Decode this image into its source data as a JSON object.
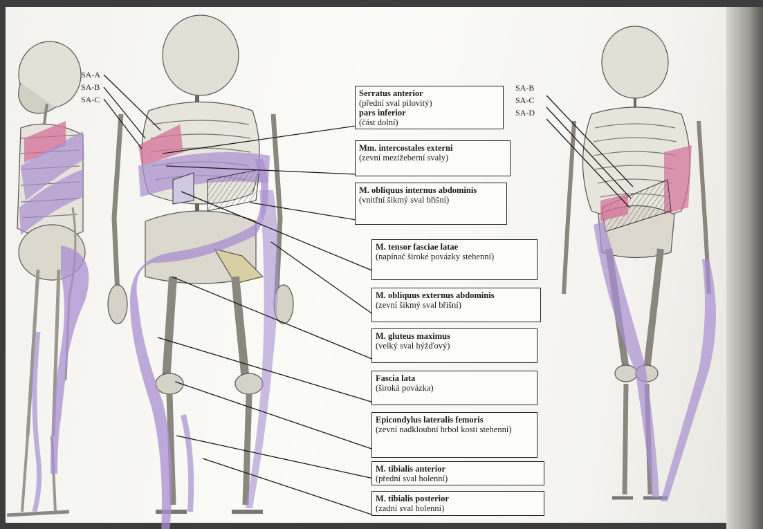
{
  "left_tags": [
    "SA-A",
    "SA-B",
    "SA-C"
  ],
  "right_tags": [
    "SA-B",
    "SA-C",
    "SA-D"
  ],
  "labels": [
    {
      "title": "Serratus anterior",
      "sub": "(přední sval pilovitý)",
      "title2": "pars inferior",
      "sub2": "(část dolní)"
    },
    {
      "title": "Mm. intercostales externi",
      "sub": "(zevní mezižeberní svaly)"
    },
    {
      "title": "M. obliquus internus abdominis",
      "sub": "(vnitřní šikmý sval břišní)"
    },
    {
      "title": "M. tensor fasciae latae",
      "sub": "(napínač široké povázky stehenní)"
    },
    {
      "title": "M. obliquus externus abdominis",
      "sub": "(zevní šikmý sval břišní)"
    },
    {
      "title": "M. gluteus maximus",
      "sub": "(velký sval hýžďový)"
    },
    {
      "title": "Fascia lata",
      "sub": "(široká povázka)"
    },
    {
      "title": "Epicondylus lateralis femoris",
      "sub": "(zevní nadkloubní hrbol kosti stehenní)"
    },
    {
      "title": "M. tibialis anterior",
      "sub": "(přední sval holenní)"
    },
    {
      "title": "M. tibialis posterior",
      "sub": "(zadní sval holenní)"
    }
  ],
  "colors": {
    "sling": "#a88fd0",
    "sling_pink": "#d4709a",
    "bone": "#d9d6cc",
    "bone_line": "#555"
  }
}
